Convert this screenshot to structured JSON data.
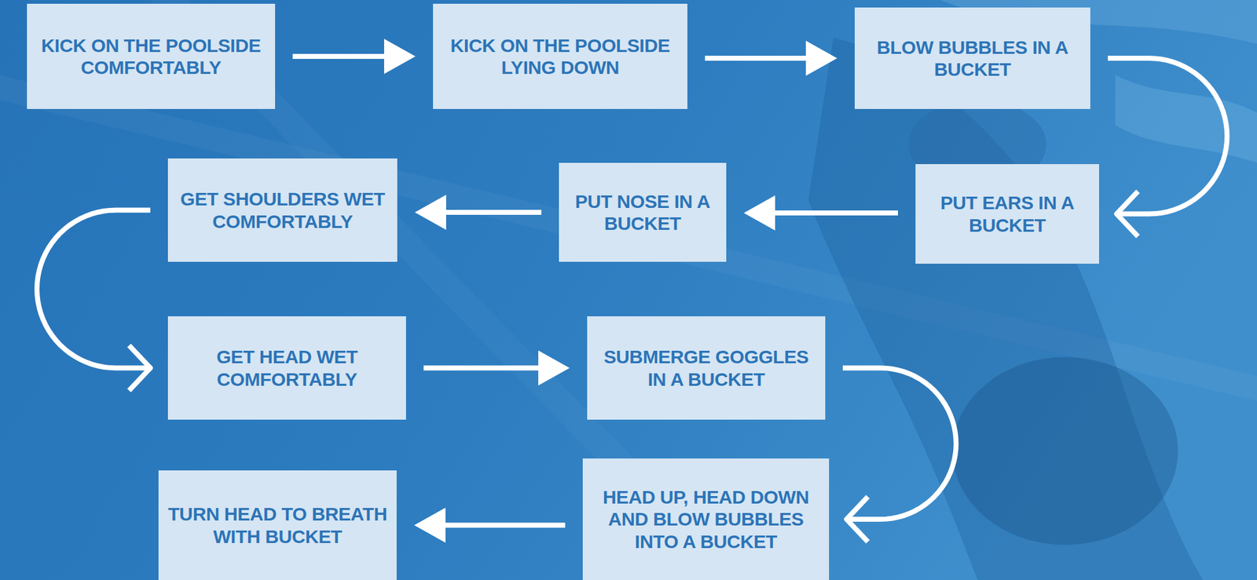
{
  "diagram": {
    "nodes": [
      {
        "text": [
          "KICK ON THE POOLSIDE COMFORTABLY"
        ]
      },
      {
        "text": [
          "KICK ON THE POOLSIDE LYING DOWN"
        ]
      },
      {
        "text": [
          "BLOW BUBBLES IN A BUCKET"
        ]
      },
      {
        "text": [
          "PUT EARS IN A BUCKET"
        ]
      },
      {
        "text": [
          "PUT NOSE IN A BUCKET"
        ]
      },
      {
        "text": [
          "GET SHOULDERS WET COMFORTABLY"
        ]
      },
      {
        "text": [
          "GET HEAD WET COMFORTABLY"
        ]
      },
      {
        "text": [
          "SUBMERGE GOGGLES IN A BUCKET"
        ]
      },
      {
        "text": [
          "HEAD UP, HEAD DOWN AND BLOW BUBBLES INTO A BUCKET"
        ]
      },
      {
        "text": [
          "TURN HEAD TO BREATH WITH BUCKET"
        ]
      }
    ],
    "edges": [
      {
        "from": 0,
        "to": 1,
        "arrow": "to"
      },
      {
        "from": 1,
        "to": 2,
        "arrow": "to"
      },
      {
        "from": 2,
        "to": 3,
        "arrow": "to"
      },
      {
        "from": 3,
        "to": 4,
        "arrow": "to"
      },
      {
        "from": 4,
        "to": 5,
        "arrow": "to"
      },
      {
        "from": 5,
        "to": 6,
        "arrow": "to"
      },
      {
        "from": 6,
        "to": 7,
        "arrow": "to"
      },
      {
        "from": 7,
        "to": 8,
        "arrow": "to"
      },
      {
        "from": 8,
        "to": 9,
        "arrow": "to"
      }
    ]
  }
}
